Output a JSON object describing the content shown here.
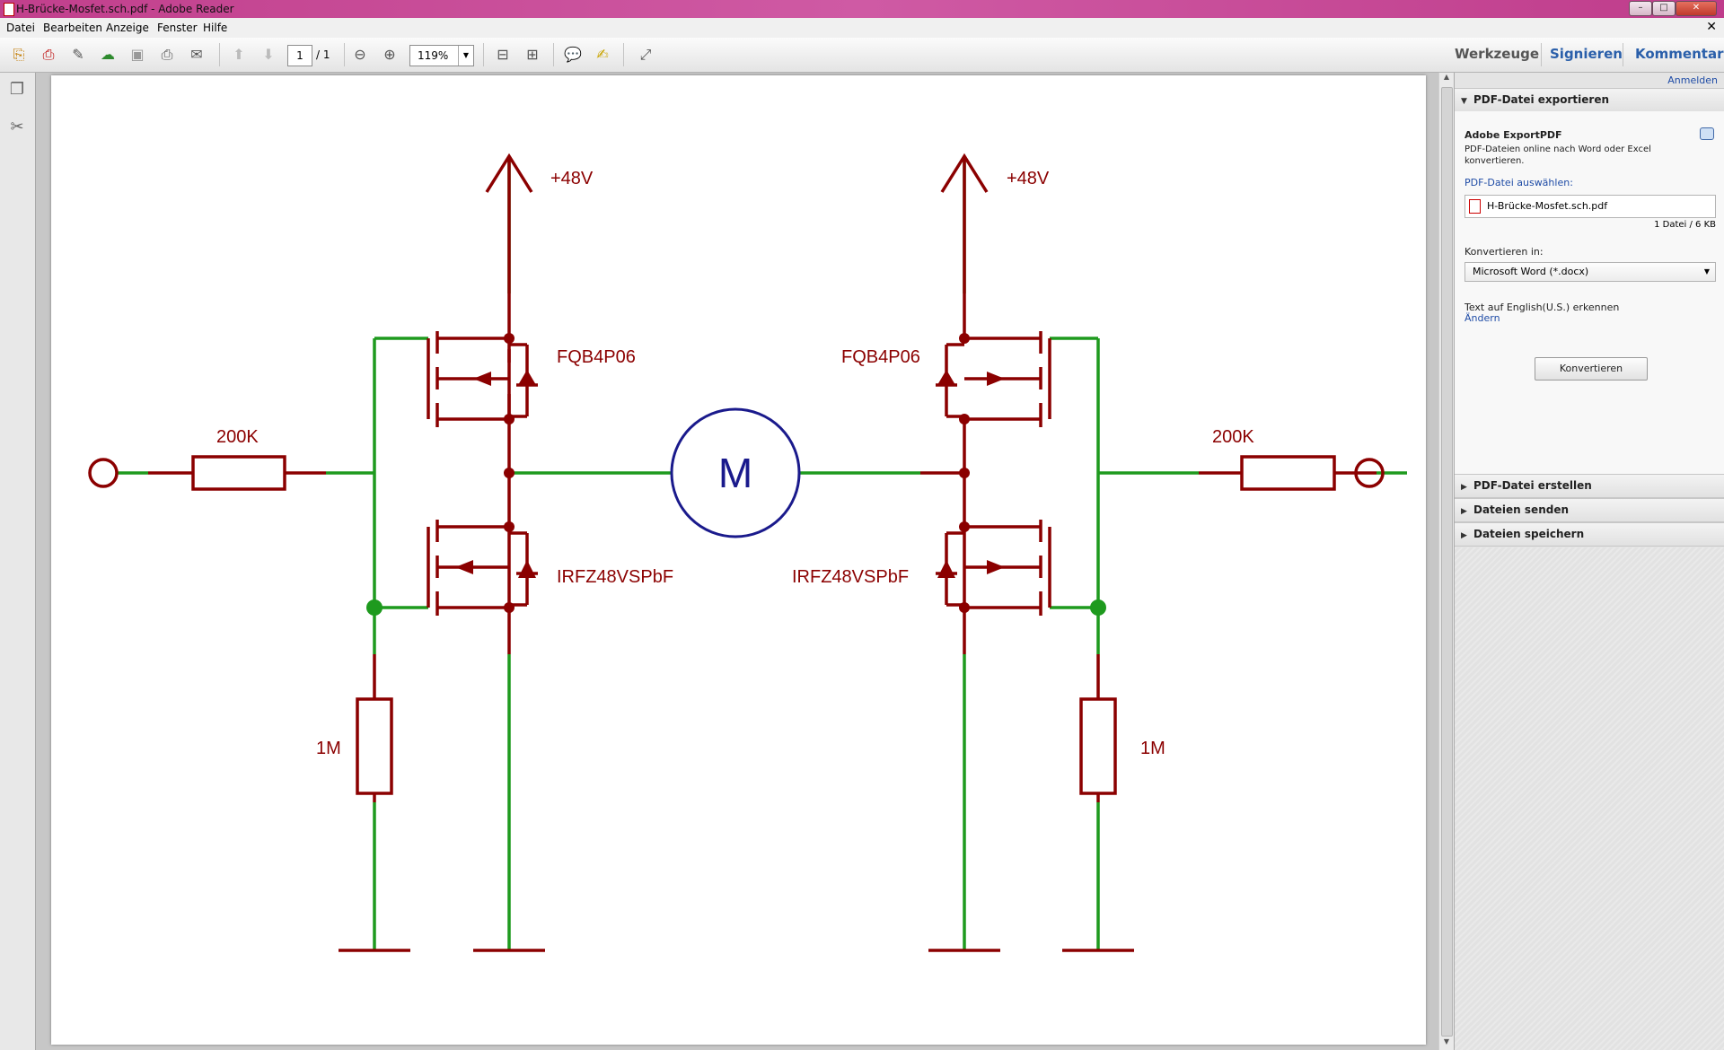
{
  "window": {
    "title": "H-Brücke-Mosfet.sch.pdf - Adobe Reader",
    "controls": [
      "–",
      "□",
      "✕"
    ]
  },
  "menu": {
    "items": [
      "Datei",
      "Bearbeiten",
      "Anzeige",
      "Fenster",
      "Hilfe"
    ],
    "close": "✕"
  },
  "toolbar": {
    "icons": [
      "create-pdf-icon",
      "convert-pdf-icon",
      "edit-icon",
      "cloud-icon",
      "save-icon",
      "print-icon",
      "email-icon",
      "page-up-icon",
      "page-down-icon",
      "zoom-out-icon",
      "zoom-in-icon",
      "fit-page-icon",
      "fit-width-icon",
      "comment-icon",
      "highlight-icon",
      "fullscreen-icon"
    ],
    "page_current": "1",
    "page_sep": "/ 1",
    "zoom": "119%",
    "werkzeuge": "Werkzeuge",
    "signieren": "Signieren",
    "kommentar": "Kommentar"
  },
  "leftbar": {
    "icons": [
      "pages-icon",
      "attachment-icon"
    ]
  },
  "panel": {
    "signin": "Anmelden",
    "export_header": "PDF-Datei exportieren",
    "adobe_export": "Adobe ExportPDF",
    "desc_line1": "PDF-Dateien online nach Word oder Excel",
    "desc_line2": "konvertieren.",
    "select_label": "PDF-Datei auswählen:",
    "file_name": "H-Brücke-Mosfet.sch.pdf",
    "file_count": "1 Datei / 6 KB",
    "convert_label": "Konvertieren in:",
    "convert_option": "Microsoft Word (*.docx)",
    "ocr_text": "Text auf English(U.S.) erkennen",
    "change": "Ändern",
    "convert_button": "Konvertieren",
    "sections": [
      "PDF-Datei erstellen",
      "Dateien senden",
      "Dateien speichern"
    ]
  },
  "schematic": {
    "left_supply": "+48V",
    "right_supply": "+48V",
    "left_upper_fet": "FQB4P06",
    "right_upper_fet": "FQB4P06",
    "left_lower_fet": "IRFZ48VSPbF",
    "right_lower_fet": "IRFZ48VSPbF",
    "left_series_resistor": "200K",
    "right_series_resistor": "200K",
    "left_pulldown": "1M",
    "right_pulldown": "1M",
    "motor": "M",
    "colors": {
      "wire": "#1e9a1e",
      "component": "#8b0000",
      "motor": "#1a1a8c"
    }
  }
}
